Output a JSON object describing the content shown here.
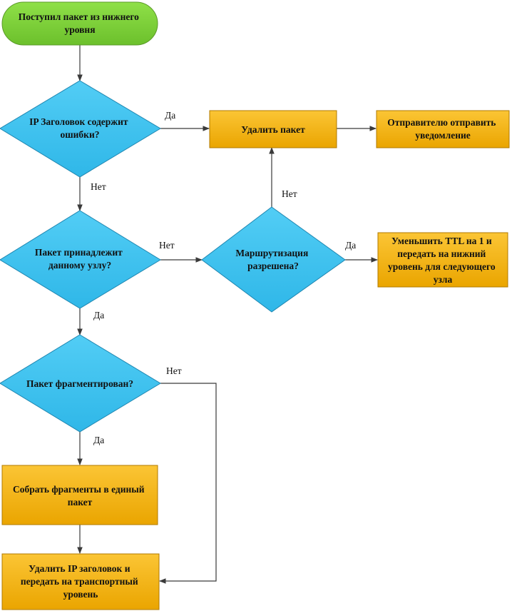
{
  "nodes": {
    "start": [
      "Поступил пакет из нижнего",
      "уровня"
    ],
    "header_errors": [
      "IP Заголовок содержит",
      "ошибки?"
    ],
    "delete_packet": [
      "Удалить пакет"
    ],
    "notify_sender": [
      "Отправителю отправить",
      "уведомление"
    ],
    "belongs_to_node": [
      "Пакет принадлежит",
      "данному узлу?"
    ],
    "routing_allowed": [
      "Маршрутизация",
      "разрешена?"
    ],
    "decrease_ttl": [
      "Уменьшить TTL на 1 и",
      "передать на нижний",
      "уровень для следующего",
      "узла"
    ],
    "is_fragmented": [
      "Пакет фрагментирован?"
    ],
    "assemble_fragments": [
      "Собрать фрагменты в единый",
      "пакет"
    ],
    "remove_header": [
      "Удалить IP заголовок и",
      "передать на транспортный",
      "уровень"
    ]
  },
  "edge_labels": {
    "errors_yes": "Да",
    "errors_no": "Нет",
    "belongs_no": "Нет",
    "belongs_yes": "Да",
    "routing_yes": "Да",
    "routing_no": "Нет",
    "fragmented_no": "Нет",
    "fragmented_yes": "Да"
  },
  "colors": {
    "start_fill": "#7fd13b",
    "start_stroke": "#5a9a28",
    "decision_fill": "#3ec3f0",
    "decision_stroke": "#1f86b0",
    "process_fill_top": "#fbc535",
    "process_fill_bottom": "#eaa500",
    "process_stroke": "#b07a00",
    "edge": "#3a3a3a"
  }
}
